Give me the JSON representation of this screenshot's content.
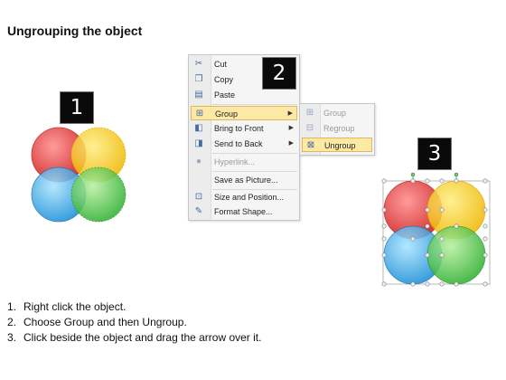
{
  "title": "Ungrouping the object",
  "badges": {
    "one": "1",
    "two": "2",
    "three": "3"
  },
  "colors": {
    "red": "#e83030",
    "yellow": "#f8c800",
    "blue": "#2aa3e8",
    "green": "#4cc84c",
    "highlight": "#fde9a6"
  },
  "context_menu": {
    "items": [
      {
        "label": "Cut",
        "icon": "scissors-icon"
      },
      {
        "label": "Copy",
        "icon": "copy-icon"
      },
      {
        "label": "Paste",
        "icon": "paste-icon"
      },
      {
        "label": "Group",
        "icon": "group-icon",
        "submenu": true,
        "highlighted": true
      },
      {
        "label": "Bring to Front",
        "icon": "bring-to-front-icon",
        "submenu": true
      },
      {
        "label": "Send to Back",
        "icon": "send-to-back-icon",
        "submenu": true
      },
      {
        "label": "Hyperlink...",
        "icon": "hyperlink-icon",
        "disabled": true
      },
      {
        "label": "Save as Picture...",
        "icon": ""
      },
      {
        "label": "Size and Position...",
        "icon": "size-position-icon"
      },
      {
        "label": "Format Shape...",
        "icon": "format-shape-icon"
      }
    ]
  },
  "group_submenu": {
    "items": [
      {
        "label": "Group",
        "icon": "group-icon",
        "disabled": true
      },
      {
        "label": "Regroup",
        "icon": "regroup-icon",
        "disabled": true
      },
      {
        "label": "Ungroup",
        "icon": "ungroup-icon",
        "highlighted": true
      }
    ]
  },
  "steps": [
    {
      "num": "1.",
      "text": "Right click the object."
    },
    {
      "num": "2.",
      "text": "Choose Group and then Ungroup."
    },
    {
      "num": "3.",
      "text": "Click beside the object and drag the arrow over it."
    }
  ]
}
